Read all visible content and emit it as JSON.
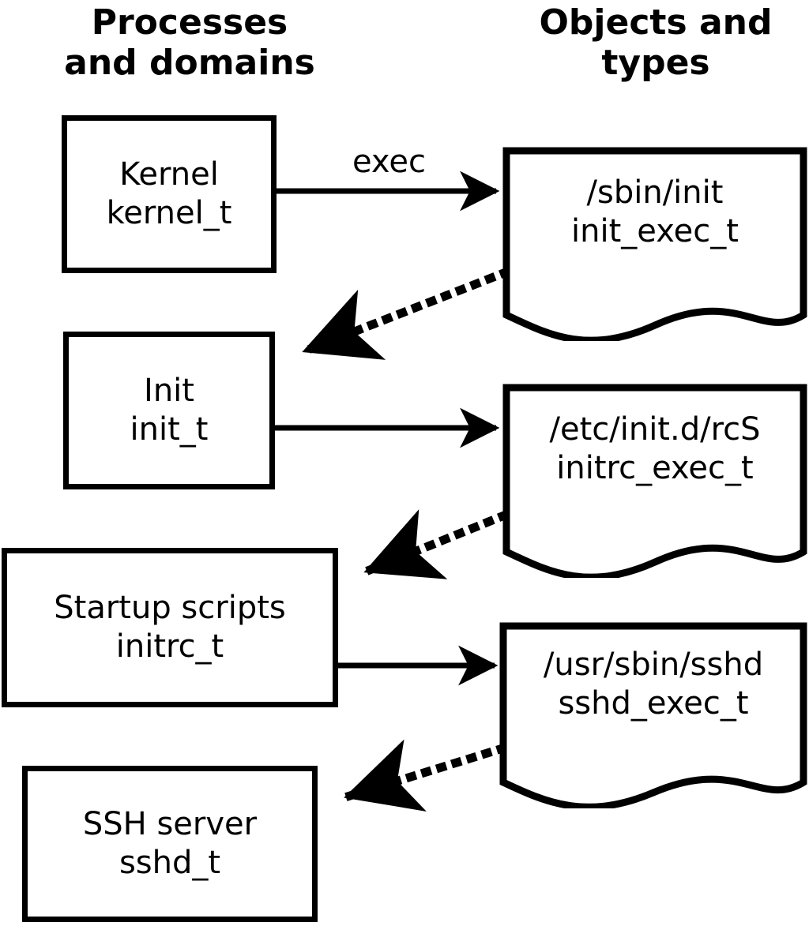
{
  "diagram": {
    "title_left": "Processes\nand domains",
    "title_right": "Objects and\ntypes",
    "stroke_color": "#000000",
    "background_color": "#ffffff"
  },
  "processes": [
    {
      "name": "Kernel",
      "type": "kernel_t"
    },
    {
      "name": "Init",
      "type": "init_t"
    },
    {
      "name": "Startup scripts",
      "type": "initrc_t"
    },
    {
      "name": "SSH server",
      "type": "sshd_t"
    }
  ],
  "objects": [
    {
      "path": "/sbin/init",
      "type": "init_exec_t"
    },
    {
      "path": "/etc/init.d/rcS",
      "type": "initrc_exec_t"
    },
    {
      "path": "/usr/sbin/sshd",
      "type": "sshd_exec_t"
    }
  ],
  "edges": {
    "exec_label": "exec",
    "solid": [
      {
        "from": "Kernel",
        "to": "/sbin/init"
      },
      {
        "from": "Init",
        "to": "/etc/init.d/rcS"
      },
      {
        "from": "Startup scripts",
        "to": "/usr/sbin/sshd"
      }
    ],
    "dotted": [
      {
        "from": "/sbin/init",
        "to": "Init"
      },
      {
        "from": "/etc/init.d/rcS",
        "to": "Startup scripts"
      },
      {
        "from": "/usr/sbin/sshd",
        "to": "SSH server"
      }
    ]
  }
}
